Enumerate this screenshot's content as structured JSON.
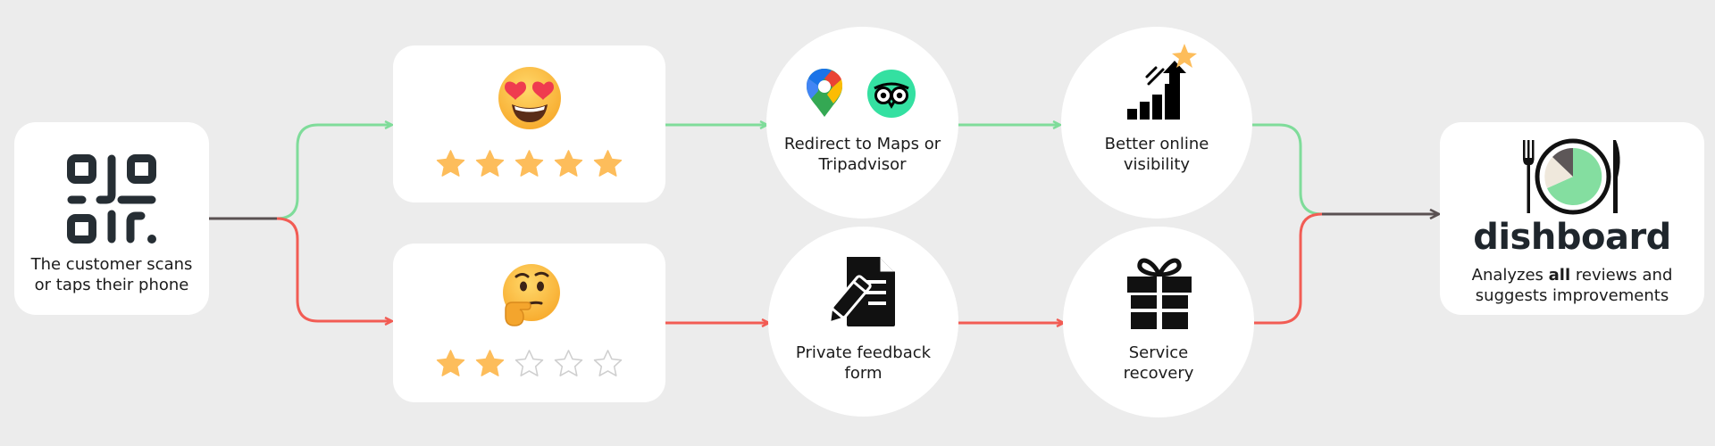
{
  "colors": {
    "positive": "#7fdc9a",
    "negative": "#f25c54",
    "neutral": "#5a5152",
    "background": "#ececec",
    "card": "#ffffff",
    "star": "#fdbd5b",
    "dashboard_accent": "#84dea0"
  },
  "qr_step": {
    "icon": "qr-code-icon",
    "caption_line1": "The customer scans",
    "caption_line2": "or taps their phone"
  },
  "positive_rating": {
    "emoji": "heart-eyes-emoji",
    "stars_filled": 5,
    "stars_total": 5
  },
  "negative_rating": {
    "emoji": "thinking-face-emoji",
    "stars_filled": 2,
    "stars_total": 5
  },
  "redirect_step": {
    "icons": [
      "google-maps-icon",
      "tripadvisor-icon"
    ],
    "caption_line1": "Redirect to Maps or",
    "caption_line2": "Tripadvisor"
  },
  "visibility_step": {
    "icon": "growth-chart-icon",
    "caption_line1": "Better online",
    "caption_line2": "visibility"
  },
  "feedback_step": {
    "icon": "feedback-form-icon",
    "caption_line1": "Private feedback",
    "caption_line2": "form"
  },
  "recovery_step": {
    "icon": "gift-icon",
    "caption_line1": "Service",
    "caption_line2": "recovery"
  },
  "dashboard": {
    "icon": "plate-chart-icon",
    "logo": "dishboard",
    "caption_pre": "Analyzes ",
    "caption_bold": "all",
    "caption_post": " reviews and",
    "caption_line2": "suggests improvements"
  }
}
